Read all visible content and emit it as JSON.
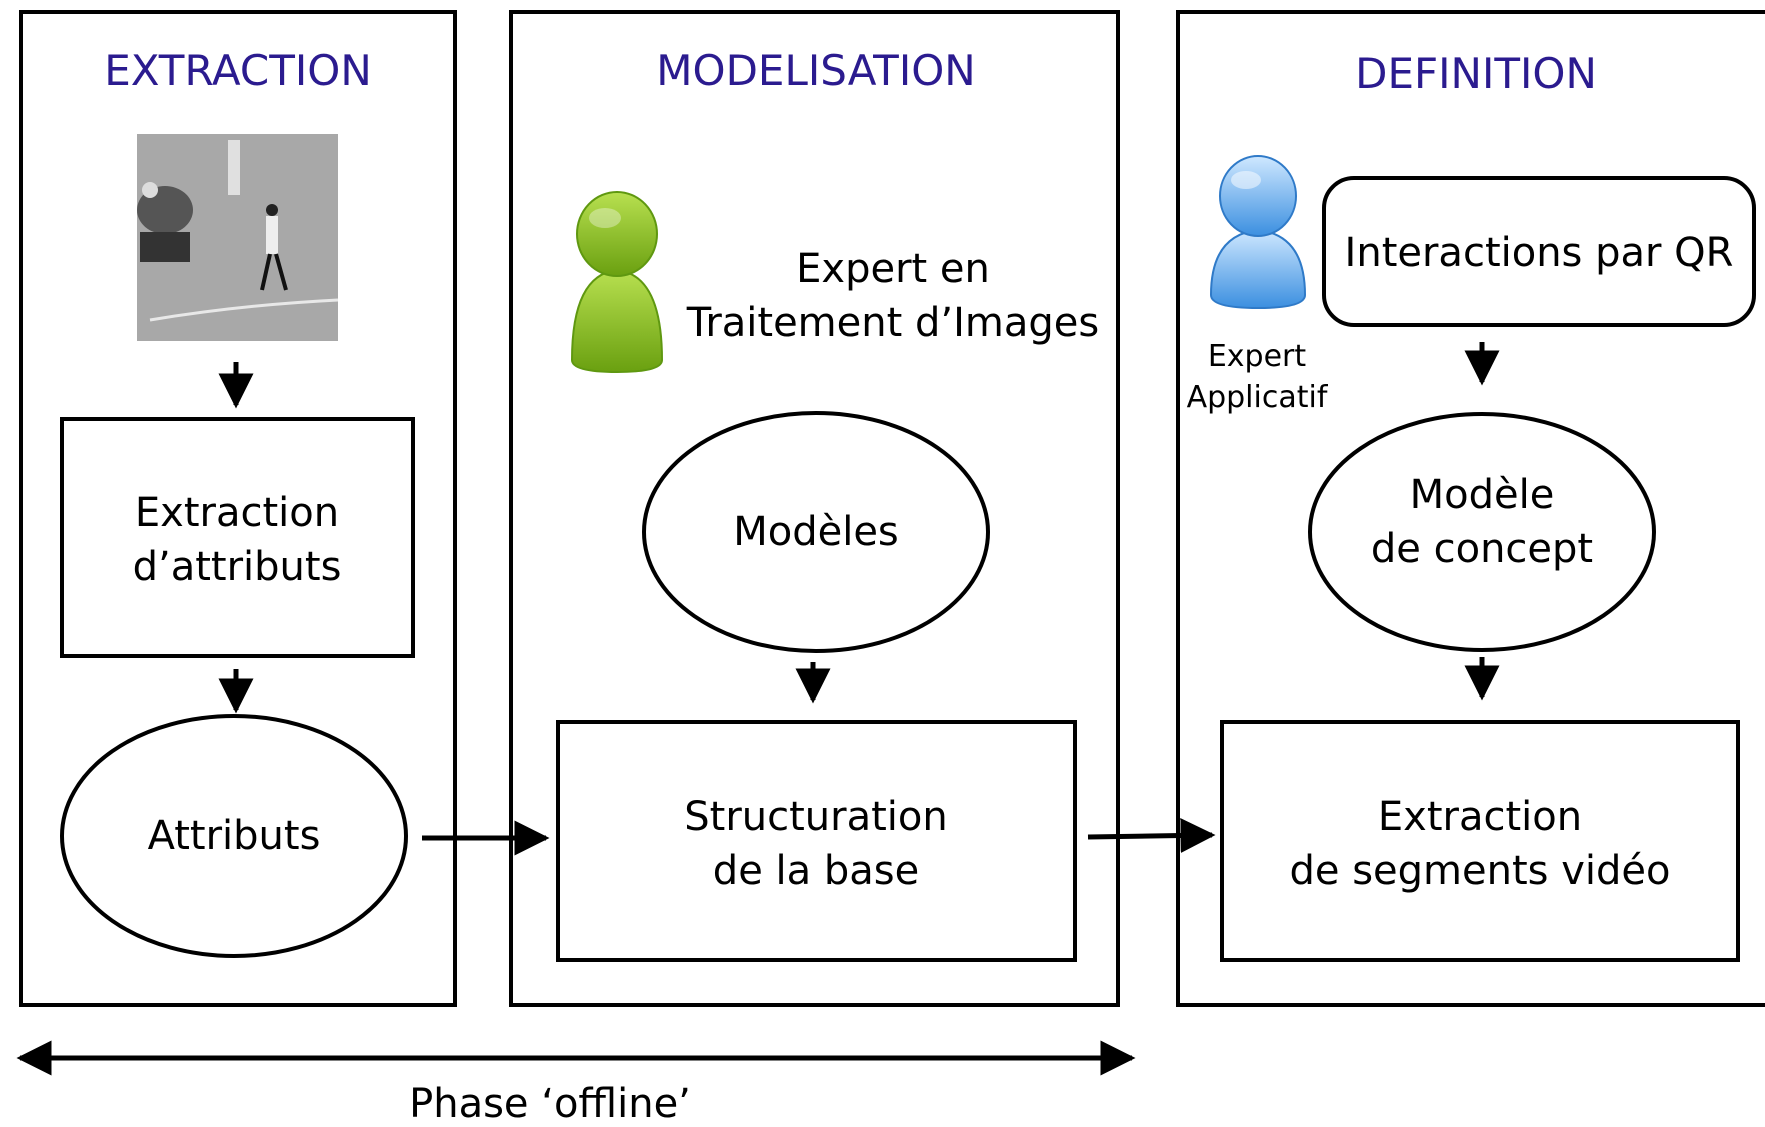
{
  "colors": {
    "title": "#2b1b8f",
    "stroke": "#000000",
    "expert_image": "#8cc418",
    "expert_app": "#5aa8e8"
  },
  "panels": {
    "extraction": {
      "title": "EXTRACTION",
      "box_attr_line1": "Extraction",
      "box_attr_line2": "d’attributs",
      "ellipse_attr": "Attributs"
    },
    "modelisation": {
      "title": "MODELISATION",
      "expert_line1": "Expert en",
      "expert_line2": "Traitement d’Images",
      "ellipse_models": "Modèles",
      "box_struct_line1": "Structuration",
      "box_struct_line2": "de la base"
    },
    "definition": {
      "title": "DEFINITION",
      "expert_line1": "Expert",
      "expert_line2": "Applicatif",
      "box_interactions": "Interactions par QR",
      "ellipse_concept_line1": "Modèle",
      "ellipse_concept_line2": "de concept",
      "box_segments_line1": "Extraction",
      "box_segments_line2": "de segments vidéo"
    }
  },
  "phase_label": "Phase ‘offline’"
}
